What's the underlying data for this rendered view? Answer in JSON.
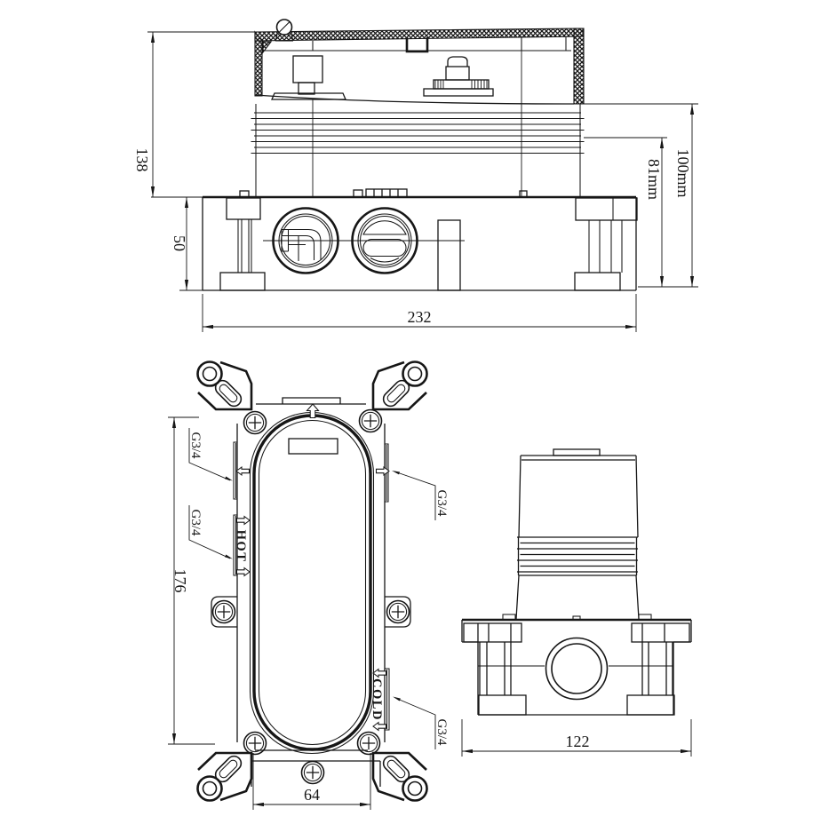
{
  "front_view": {
    "dim_total_height": "138",
    "dim_body_height": "50",
    "dim_width": "232",
    "dim_depth_inner": "81mm",
    "dim_depth_outer": "100mm"
  },
  "bracket_view": {
    "dim_height": "176",
    "dim_screw_spacing": "64",
    "thread_label": "G3/4",
    "hot_label": "HOT",
    "cold_label": "COLD"
  },
  "side_view": {
    "dim_width": "122"
  }
}
